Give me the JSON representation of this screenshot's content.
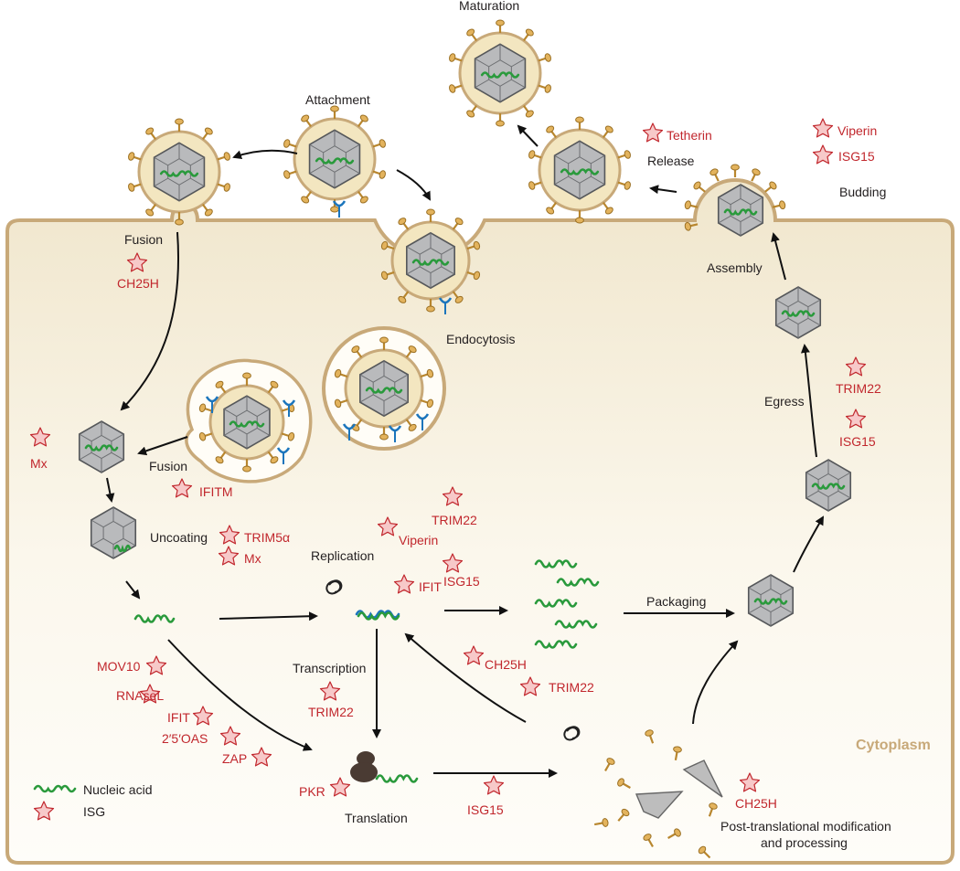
{
  "labels": {
    "maturation": "Maturation",
    "attachment": "Attachment",
    "release": "Release",
    "budding": "Budding",
    "fusion_top": "Fusion",
    "endocytosis": "Endocytosis",
    "assembly": "Assembly",
    "egress": "Egress",
    "fusion_mid": "Fusion",
    "uncoating": "Uncoating",
    "replication": "Replication",
    "packaging": "Packaging",
    "transcription": "Transcription",
    "translation": "Translation",
    "ptm_line1": "Post-translational modification",
    "ptm_line2": "and processing",
    "cytoplasm": "Cytoplasm"
  },
  "isgs": {
    "tetherin": "Tetherin",
    "viperin_top": "Viperin",
    "isg15_top": "ISG15",
    "ch25h_fusion": "CH25H",
    "trim22_egress": "TRIM22",
    "isg15_egress": "ISG15",
    "mx_left": "Mx",
    "ifitm": "IFITM",
    "trim5a": "TRIM5α",
    "mx_uncoat": "Mx",
    "trim22_rep": "TRIM22",
    "viperin_rep": "Viperin",
    "isg15_rep": "ISG15",
    "ifit_rep": "IFIT",
    "ch25h_mid": "CH25H",
    "trim22_mid": "TRIM22",
    "trim22_trans": "TRIM22",
    "mov10": "MOV10",
    "rnasel": "RNAseL",
    "ifit_low": "IFIT",
    "oas": "2′5′OAS",
    "zap": "ZAP",
    "pkr": "PKR",
    "isg15_low": "ISG15",
    "ch25h_ptm": "CH25H"
  },
  "legend": {
    "nucleic_acid": "Nucleic acid",
    "isg": "ISG"
  },
  "colors": {
    "cell_fill_top": "#f1e8d2",
    "cell_fill_bottom": "#fefcf6",
    "cell_stroke": "#c8a979",
    "envelope": "#f3e6c0",
    "capsid": "#b9babc",
    "rna": "#2a9a3c",
    "receptor": "#1b75bc",
    "isg_star": "#f7c9c9",
    "isg_text": "#c1272d",
    "glycoprotein": "#e3b35d"
  }
}
